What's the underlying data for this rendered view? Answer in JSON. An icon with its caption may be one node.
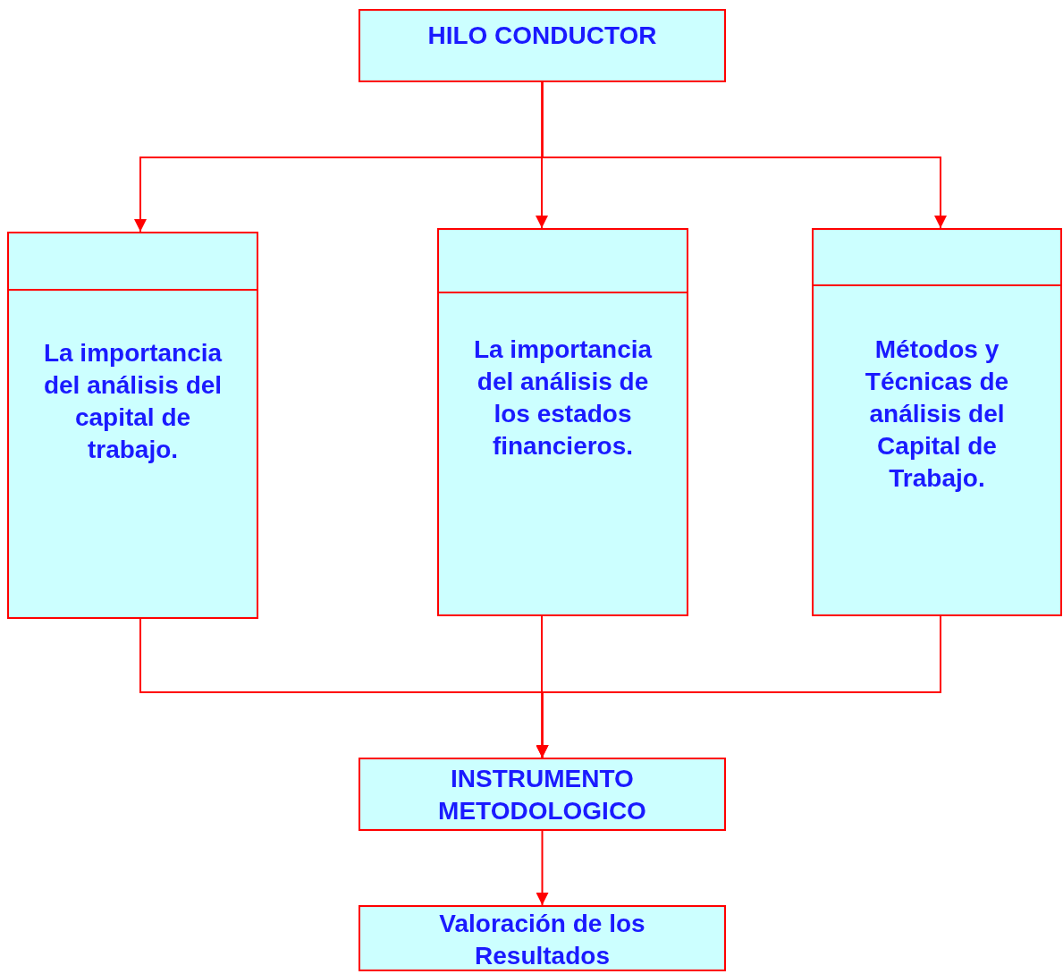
{
  "diagram": {
    "nodes": [
      {
        "text": [
          "HILO CONDUCTOR"
        ]
      },
      {
        "text": [
          "La importancia del análisis del capital de trabajo."
        ]
      },
      {
        "text": [
          "La importancia del análisis de los estados financieros."
        ]
      },
      {
        "text": [
          "Métodos y Técnicas de análisis del Capital de Trabajo."
        ]
      },
      {
        "text": [
          "INSTRUMENTO METODOLOGICO"
        ]
      },
      {
        "text": [
          "Valoración de los Resultados"
        ]
      }
    ],
    "edges": [
      {
        "from": 0,
        "to": 1,
        "arrow": "to"
      },
      {
        "from": 0,
        "to": 2,
        "arrow": "to"
      },
      {
        "from": 0,
        "to": 3,
        "arrow": "to"
      },
      {
        "from": 1,
        "to": 4,
        "arrow": "to"
      },
      {
        "from": 2,
        "to": 4,
        "arrow": "to"
      },
      {
        "from": 3,
        "to": 4,
        "arrow": "to"
      },
      {
        "from": 4,
        "to": 5,
        "arrow": "to"
      }
    ]
  }
}
